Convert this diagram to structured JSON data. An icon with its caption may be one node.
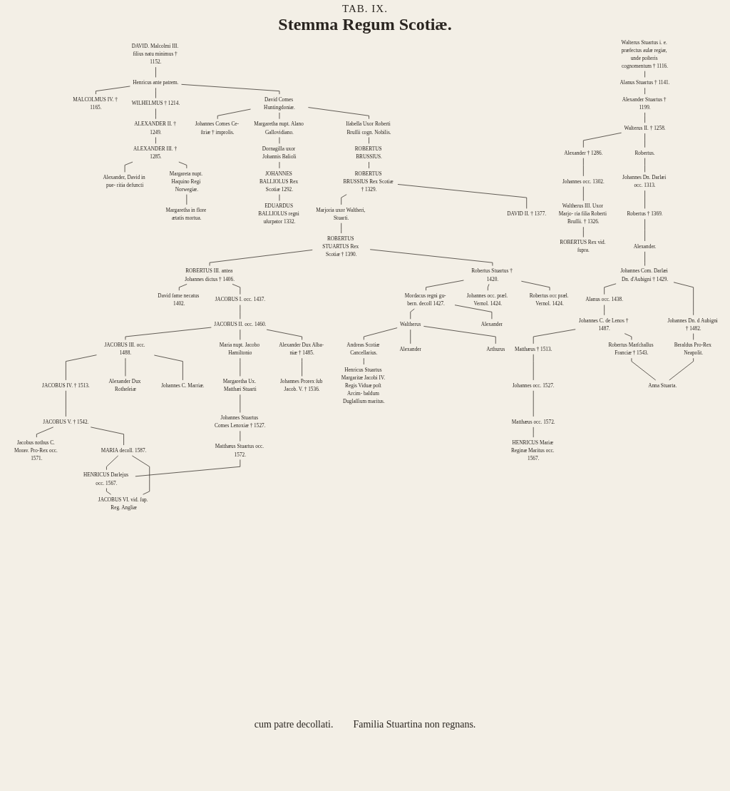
{
  "diagram": {
    "title": "Stemma Regum Scotiæ.",
    "nodes": [
      {
        "text": [
          "DAVID. Malcolmi III. filius natu minimus † 1152."
        ]
      },
      {
        "text": [
          "Henricus ante patrem."
        ]
      },
      {
        "text": [
          "MALCOLMUS IV. † 1165."
        ]
      },
      {
        "text": [
          "WILHELMUS † 1214."
        ]
      },
      {
        "text": [
          "David Comes Huntingdoniæ."
        ]
      },
      {
        "text": [
          "ALEXANDER II. † 1249."
        ]
      },
      {
        "text": [
          "Johannes Comes Ce- ſtriæ † improlis."
        ]
      },
      {
        "text": [
          "Margaretha nupt. Alano Gallovidiano."
        ]
      },
      {
        "text": [
          "Iſabella Uxor Roberti Bruſſii cogn. Nobilis."
        ]
      },
      {
        "text": [
          "ALEXANDER III. † 1285."
        ]
      },
      {
        "text": [
          "Alexander, David in pue- ritia defuncti"
        ]
      },
      {
        "text": [
          "Margareta nupt. Haquino Regi Norwegiæ."
        ]
      },
      {
        "text": [
          "Dornagilla uxor Johannis Balioli"
        ]
      },
      {
        "text": [
          "ROBERTUS BRUSSIUS."
        ]
      },
      {
        "text": [
          "Margaretha in flore ætatis mortua."
        ]
      },
      {
        "text": [
          "JOHANNES BALLIOLUS Rex Scotiæ 1292."
        ]
      },
      {
        "text": [
          "ROBERTUS BRUSSIUS Rex Scotiæ † 1329."
        ]
      },
      {
        "text": [
          "EDUARDUS BALLIOLUS regni uſurpator 1332."
        ]
      },
      {
        "text": [
          "Marjoria uxor Waltheri, Stuarti."
        ]
      },
      {
        "text": [
          "DAVID II. † 1377."
        ]
      },
      {
        "text": [
          "ROBERTUS STUARTUS Rex Scotiæ † 1390."
        ]
      },
      {
        "text": [
          "ROBERTUS III. antea Johannes dictus † 1406."
        ]
      },
      {
        "text": [
          "Robertus Stuartus † 1420."
        ]
      },
      {
        "text": [
          "David fame necatus 1402."
        ]
      },
      {
        "text": [
          "JACOBUS I. occ. 1437."
        ]
      },
      {
        "text": [
          "Mordacus regni gu- bern. decoll 1427."
        ]
      },
      {
        "text": [
          "Johannes occ. præl. Vernol. 1424."
        ]
      },
      {
        "text": [
          "Robertus occ præl. Vernol. 1424."
        ]
      },
      {
        "text": [
          "JACOBUS II. occ. 1460."
        ]
      },
      {
        "text": [
          "Waltherus"
        ]
      },
      {
        "text": [
          "Alexander"
        ]
      },
      {
        "text": [
          "JACOBUS III. occ. 1488."
        ]
      },
      {
        "text": [
          "Maria nupt. Jacobo Hamiltonio"
        ]
      },
      {
        "text": [
          "Alexander Dux Alba- niæ † 1485."
        ]
      },
      {
        "text": [
          "Andreas Scotiæ Cancellarius."
        ]
      },
      {
        "text": [
          "Alexander"
        ]
      },
      {
        "text": [
          "Arthurus"
        ]
      },
      {
        "text": [
          "JACOBUS IV. † 1513."
        ]
      },
      {
        "text": [
          "Alexander Dux Rotheſeiæ"
        ]
      },
      {
        "text": [
          "Johannes C. Marriæ."
        ]
      },
      {
        "text": [
          "Margaretha Ux. Matthæi Stuarti"
        ]
      },
      {
        "text": [
          "Johannes Prorex ſub Jacob. V. † 1536."
        ]
      },
      {
        "text": [
          "Henricus Stuartus Margaritæ Jacobi IV. Regis Viduæ poſt Arcim- baldum Duglaſſium maritus."
        ]
      },
      {
        "text": [
          "JACOBUS V. † 1542."
        ]
      },
      {
        "text": [
          "Johannes Stuartus Comes Lenoxiæ † 1527."
        ]
      },
      {
        "text": [
          "Matthæus Stuartus occ. 1572."
        ]
      },
      {
        "text": [
          "Jacobus nothus C. Morav. Pro-Rex occ. 1571."
        ]
      },
      {
        "text": [
          "MARIA decoll. 1587."
        ]
      },
      {
        "text": [
          "HENRICUS Darlejus occ. 1567."
        ]
      },
      {
        "text": [
          "JACOBUS VI. vid. ſup. Reg. Angliæ"
        ]
      },
      {
        "text": [
          "Walterus Stuartus i. e. præfectus aulæ regiæ, unde poſteris cognomentum † 1116."
        ]
      },
      {
        "text": [
          "Alanus Stuartus † 1141."
        ]
      },
      {
        "text": [
          "Alexander Stuartus † 1199."
        ]
      },
      {
        "text": [
          "Walterus II. † 1258."
        ]
      },
      {
        "text": [
          "Alexander † 1286."
        ]
      },
      {
        "text": [
          "Robertus."
        ]
      },
      {
        "text": [
          "Johannes occ. 1302."
        ]
      },
      {
        "text": [
          "Johannes Dn. Darlæi occ. 1313."
        ]
      },
      {
        "text": [
          "Waltherus III. Uxor Marjo- ria filia Roberti Bruſſii. † 1326."
        ]
      },
      {
        "text": [
          "Robertus † 1369."
        ]
      },
      {
        "text": [
          "ROBERTUS Rex vid. ſupra."
        ]
      },
      {
        "text": [
          "Alexander."
        ]
      },
      {
        "text": [
          "Johannes Com. Darlæi Dn. d'Aubigni † 1429."
        ]
      },
      {
        "text": [
          "Alanus occ. 1438."
        ]
      },
      {
        "text": [
          "Johannes Dn. d Aubigni † 1482."
        ]
      },
      {
        "text": [
          "Johannes C. de Lenos † 1487."
        ]
      },
      {
        "text": [
          "Beraldus Pro-Rex Neapolit."
        ]
      },
      {
        "text": [
          "Matthæus † 1513."
        ]
      },
      {
        "text": [
          "Robertus Marſchallus Franciæ † 1543."
        ]
      },
      {
        "text": [
          "Anna Stuarta."
        ]
      },
      {
        "text": [
          "Johannes occ. 1527."
        ]
      },
      {
        "text": [
          "Matthæus occ. 1572."
        ]
      },
      {
        "text": [
          "HENRICUS Mariæ Reginæ Maritus occ. 1567."
        ]
      }
    ],
    "edges": [
      {
        "from": 0,
        "to": 1,
        "arrow": "none"
      },
      {
        "from": 1,
        "to": 2,
        "arrow": "none"
      },
      {
        "from": 1,
        "to": 3,
        "arrow": "none"
      },
      {
        "from": 1,
        "to": 4,
        "arrow": "none"
      },
      {
        "from": 3,
        "to": 5,
        "arrow": "none"
      },
      {
        "from": 4,
        "to": 6,
        "arrow": "none"
      },
      {
        "from": 4,
        "to": 7,
        "arrow": "none"
      },
      {
        "from": 4,
        "to": 8,
        "arrow": "none"
      },
      {
        "from": 5,
        "to": 9,
        "arrow": "none"
      },
      {
        "from": 9,
        "to": 10,
        "arrow": "none"
      },
      {
        "from": 9,
        "to": 11,
        "arrow": "none"
      },
      {
        "from": 7,
        "to": 12,
        "arrow": "none"
      },
      {
        "from": 8,
        "to": 13,
        "arrow": "none"
      },
      {
        "from": 11,
        "to": 14,
        "arrow": "none"
      },
      {
        "from": 12,
        "to": 15,
        "arrow": "none"
      },
      {
        "from": 13,
        "to": 16,
        "arrow": "none"
      },
      {
        "from": 15,
        "to": 17,
        "arrow": "none"
      },
      {
        "from": 16,
        "to": 18,
        "arrow": "none"
      },
      {
        "from": 16,
        "to": 19,
        "arrow": "none"
      },
      {
        "from": 18,
        "to": 20,
        "arrow": "none"
      },
      {
        "from": 20,
        "to": 21,
        "arrow": "none"
      },
      {
        "from": 20,
        "to": 22,
        "arrow": "none"
      },
      {
        "from": 21,
        "to": 23,
        "arrow": "none"
      },
      {
        "from": 21,
        "to": 24,
        "arrow": "none"
      },
      {
        "from": 22,
        "to": 25,
        "arrow": "none"
      },
      {
        "from": 22,
        "to": 26,
        "arrow": "none"
      },
      {
        "from": 22,
        "to": 27,
        "arrow": "none"
      },
      {
        "from": 24,
        "to": 28,
        "arrow": "none"
      },
      {
        "from": 25,
        "to": 29,
        "arrow": "none"
      },
      {
        "from": 25,
        "to": 30,
        "arrow": "none"
      },
      {
        "from": 28,
        "to": 31,
        "arrow": "none"
      },
      {
        "from": 28,
        "to": 32,
        "arrow": "none"
      },
      {
        "from": 28,
        "to": 33,
        "arrow": "none"
      },
      {
        "from": 29,
        "to": 34,
        "arrow": "none"
      },
      {
        "from": 29,
        "to": 35,
        "arrow": "none"
      },
      {
        "from": 29,
        "to": 36,
        "arrow": "none"
      },
      {
        "from": 31,
        "to": 37,
        "arrow": "none"
      },
      {
        "from": 31,
        "to": 38,
        "arrow": "none"
      },
      {
        "from": 31,
        "to": 39,
        "arrow": "none"
      },
      {
        "from": 32,
        "to": 40,
        "arrow": "none"
      },
      {
        "from": 33,
        "to": 41,
        "arrow": "none"
      },
      {
        "from": 34,
        "to": 42,
        "arrow": "none"
      },
      {
        "from": 37,
        "to": 43,
        "arrow": "none"
      },
      {
        "from": 40,
        "to": 44,
        "arrow": "none"
      },
      {
        "from": 44,
        "to": 45,
        "arrow": "none"
      },
      {
        "from": 43,
        "to": 46,
        "arrow": "none"
      },
      {
        "from": 43,
        "to": 47,
        "arrow": "none"
      },
      {
        "from": 45,
        "to": 48,
        "arrow": "none"
      },
      {
        "from": 47,
        "to": 48,
        "arrow": "none"
      },
      {
        "from": 47,
        "to": 49,
        "arrow": "none"
      },
      {
        "from": 48,
        "to": 49,
        "arrow": "none"
      },
      {
        "from": 50,
        "to": 51,
        "arrow": "none"
      },
      {
        "from": 51,
        "to": 52,
        "arrow": "none"
      },
      {
        "from": 52,
        "to": 53,
        "arrow": "none"
      },
      {
        "from": 53,
        "to": 54,
        "arrow": "none"
      },
      {
        "from": 53,
        "to": 55,
        "arrow": "none"
      },
      {
        "from": 54,
        "to": 56,
        "arrow": "none"
      },
      {
        "from": 55,
        "to": 57,
        "arrow": "none"
      },
      {
        "from": 56,
        "to": 58,
        "arrow": "none"
      },
      {
        "from": 57,
        "to": 59,
        "arrow": "none"
      },
      {
        "from": 58,
        "to": 60,
        "arrow": "none"
      },
      {
        "from": 59,
        "to": 61,
        "arrow": "none"
      },
      {
        "from": 61,
        "to": 62,
        "arrow": "none"
      },
      {
        "from": 62,
        "to": 63,
        "arrow": "none"
      },
      {
        "from": 62,
        "to": 64,
        "arrow": "none"
      },
      {
        "from": 63,
        "to": 65,
        "arrow": "none"
      },
      {
        "from": 64,
        "to": 66,
        "arrow": "none"
      },
      {
        "from": 65,
        "to": 67,
        "arrow": "none"
      },
      {
        "from": 65,
        "to": 68,
        "arrow": "none"
      },
      {
        "from": 68,
        "to": 69,
        "arrow": "none"
      },
      {
        "from": 66,
        "to": 69,
        "arrow": "none"
      },
      {
        "from": 67,
        "to": 70,
        "arrow": "none"
      },
      {
        "from": 70,
        "to": 71,
        "arrow": "none"
      },
      {
        "from": 71,
        "to": 72,
        "arrow": "none"
      }
    ],
    "labels": [
      "TAB. IX.",
      "cum patre decollati.",
      "Familia Stuartina non regnans."
    ]
  }
}
